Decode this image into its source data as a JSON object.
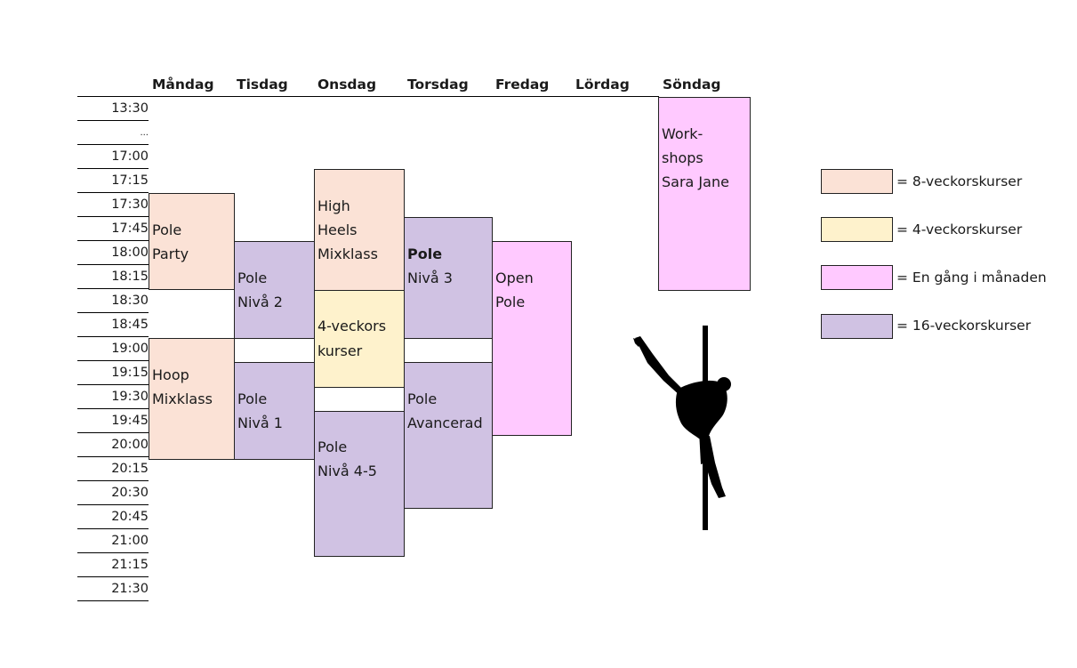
{
  "days": [
    "Måndag",
    "Tisdag",
    "Onsdag",
    "Torsdag",
    "Fredag",
    "Lördag",
    "Söndag"
  ],
  "times": [
    "13:30",
    "...",
    "17:00",
    "17:15",
    "17:30",
    "17:45",
    "18:00",
    "18:15",
    "18:30",
    "18:45",
    "19:00",
    "19:15",
    "19:30",
    "19:45",
    "20:00",
    "20:15",
    "20:30",
    "20:45",
    "21:00",
    "21:15",
    "21:30"
  ],
  "classes": [
    {
      "line1": "Pole",
      "line2": "Party",
      "line3": ""
    },
    {
      "line1": "Hoop",
      "line2": "Mixklass",
      "line3": ""
    },
    {
      "line1": "Pole",
      "line2": "Nivå 2",
      "line3": ""
    },
    {
      "line1": "Pole",
      "line2": "Nivå 1",
      "line3": ""
    },
    {
      "line1": "High",
      "line2": "Heels",
      "line3": "Mixklass"
    },
    {
      "line1": "4-veckors",
      "line2": "kurser",
      "line3": ""
    },
    {
      "line1": "Pole",
      "line2": "Nivå 4-5",
      "line3": ""
    },
    {
      "line1": "Pole",
      "line2": "Nivå 3",
      "line3": ""
    },
    {
      "line1": "Pole",
      "line2": "Avancerad",
      "line3": ""
    },
    {
      "line1": "Open",
      "line2": "Pole",
      "line3": ""
    },
    {
      "line1": "Work-",
      "line2": "shops",
      "line3": "Sara Jane"
    }
  ],
  "legend": [
    {
      "label": "= 8-veckorskurser",
      "color": "#fbe2d6"
    },
    {
      "label": "= 4-veckorskurser",
      "color": "#fef2cc"
    },
    {
      "label": "= En gång i månaden",
      "color": "#ffc9ff"
    },
    {
      "label": "= 16-veckorskurser",
      "color": "#d0c2e3"
    }
  ],
  "icons": [
    "pole-dancer-silhouette-icon"
  ]
}
